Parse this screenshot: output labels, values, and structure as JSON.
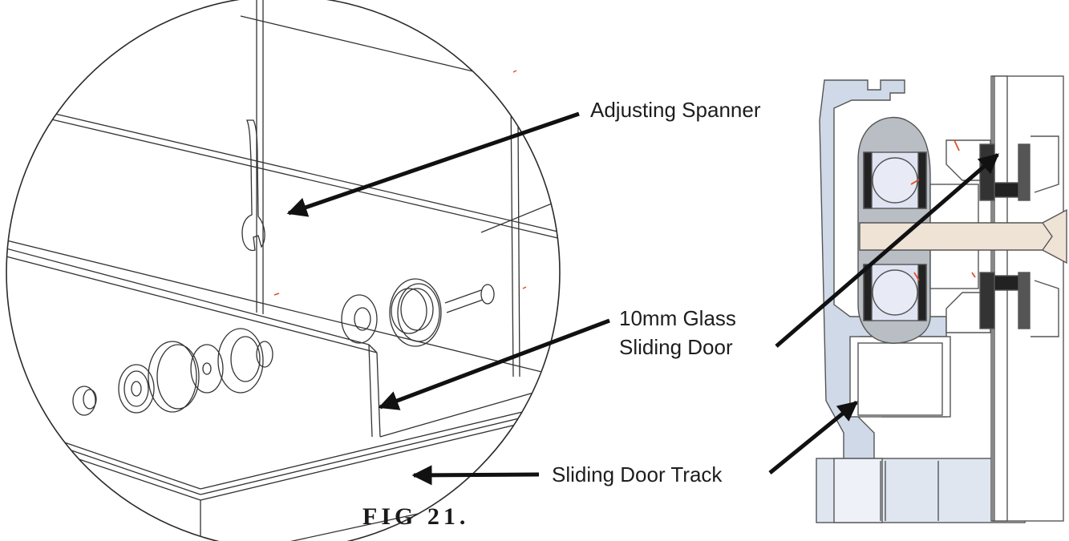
{
  "figure": {
    "caption": "FIG 21."
  },
  "callouts": {
    "adjusting_spanner": "Adjusting Spanner",
    "glass_door_line1": "10mm Glass",
    "glass_door_line2": "Sliding Door",
    "door_track": "Sliding Door Track"
  },
  "colors": {
    "line": "#2a2a2a",
    "arrow": "#111111",
    "profile_fill": "#cfd9e8",
    "bearing_fill": "#b9bdc4",
    "bolt_fill": "#efe3d6",
    "accent_red": "#e0502a"
  }
}
